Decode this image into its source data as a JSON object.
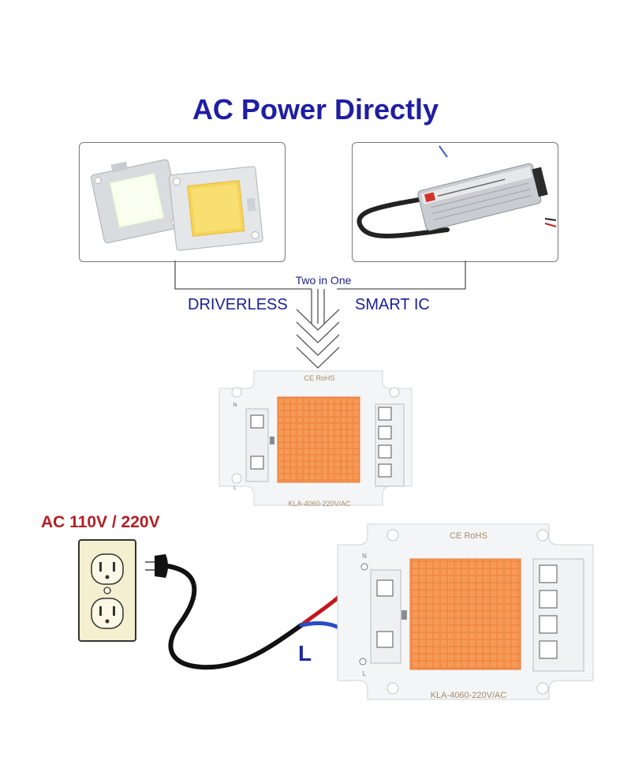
{
  "title": "AC Power Directly",
  "flow": {
    "two_in_one": "Two in One",
    "left_label": "DRIVERLESS",
    "right_label": "SMART IC"
  },
  "top_board": {
    "marking": "CE RoHS",
    "model": "KLA-4060-220V/AC",
    "pin_n": "N",
    "pin_l": "L"
  },
  "bottom_board": {
    "marking": "CE RoHS",
    "model": "KLA-4060-220V/AC",
    "pin_n": "N",
    "pin_l": "L"
  },
  "power_label": "AC 110V / 220V",
  "wire_label": "L",
  "colors": {
    "title": "#1f1ea3",
    "blue_text": "#1a1f9a",
    "power_red": "#b01f24",
    "led_orange": "#f28a44",
    "wire_red": "#c2181c",
    "wire_blue": "#2a4cc7"
  }
}
